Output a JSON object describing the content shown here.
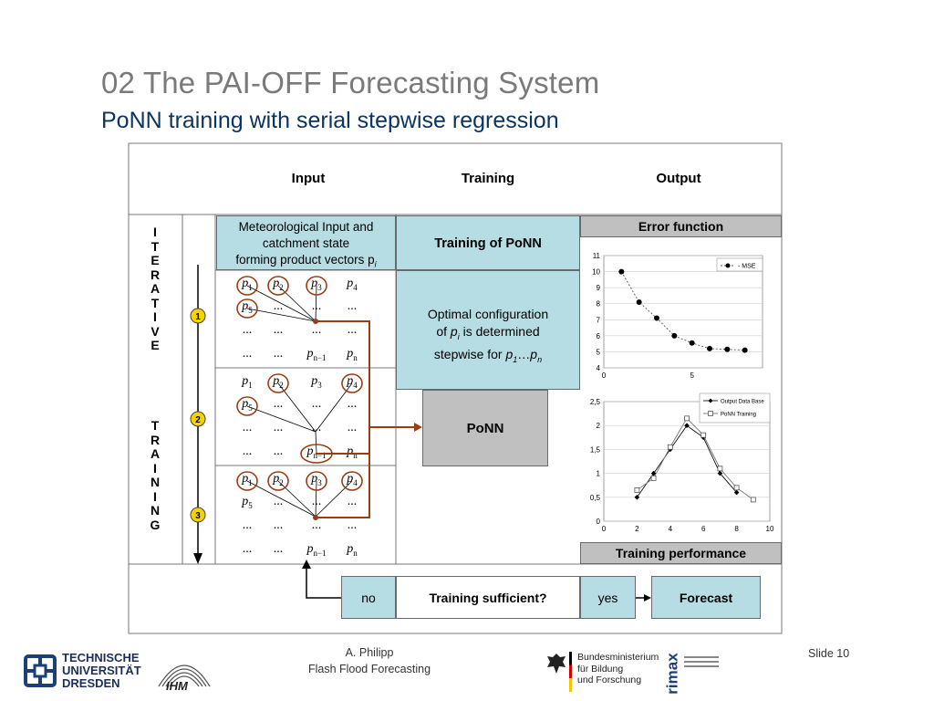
{
  "slide": {
    "title": "02 The PAI-OFF Forecasting System",
    "subtitle": "PoNN training with serial stepwise regression",
    "number": "Slide 10"
  },
  "table": {
    "headers": {
      "input": "Input",
      "training": "Training",
      "output": "Output"
    },
    "left_label_top": [
      "I",
      "T",
      "E",
      "R",
      "A",
      "T",
      "I",
      "V",
      "E"
    ],
    "left_label_bottom": [
      "T",
      "R",
      "A",
      "I",
      "N",
      "I",
      "N",
      "G"
    ],
    "steps": [
      "1",
      "2",
      "3"
    ],
    "input_desc": [
      "Meteorological Input and",
      "catchment state",
      "forming product vectors p"
    ],
    "input_desc_sub": "i",
    "training_of_ponn": "Training of PoNN",
    "optimal_config": {
      "line1": "Optimal configuration",
      "line2_pre": "of ",
      "line2_var": "p",
      "line2_sub": "i",
      "line2_post": " is determined",
      "line3_pre": "stepwise for ",
      "line3_var": "p",
      "line3_sub1": "1",
      "line3_mid": "…",
      "line3_var2": "p",
      "line3_sub2": "n"
    },
    "ponn_box": "PoNN",
    "error_function": "Error function",
    "training_performance": "Training performance",
    "matrix_dots": "..."
  },
  "flow": {
    "no": "no",
    "question": "Training sufficient?",
    "yes": "yes",
    "forecast": "Forecast"
  },
  "footer": {
    "author": "A. Philipp",
    "project": "Flash Flood Forecasting",
    "tu_line1": "TECHNISCHE",
    "tu_line2": "UNIVERSITÄT",
    "tu_line3": "DRESDEN",
    "ihm": "IHM",
    "bmbf_line1": "Bundesministerium",
    "bmbf_line2": "für Bildung",
    "bmbf_line3": "und Forschung",
    "rimax": "rimax"
  },
  "colors": {
    "accent_teal": "#b7dde4",
    "box_grey": "#c0c0c0",
    "arrow_brown": "#9b3d12",
    "title_grey": "#7a7a7a",
    "subtitle_blue": "#0b3564",
    "step_yellow": "#f5d200"
  },
  "chart_data": [
    {
      "type": "line",
      "x": [
        1,
        2,
        3,
        4,
        5,
        6,
        7,
        8
      ],
      "series": [
        {
          "name": "MSE",
          "values": [
            10,
            8.1,
            7.1,
            6.0,
            5.55,
            5.2,
            5.15,
            5.1
          ]
        }
      ],
      "xlim": [
        0,
        9
      ],
      "ylim": [
        4,
        11
      ],
      "xticks": [
        "0",
        "5"
      ],
      "yticks": [
        "4",
        "5",
        "6",
        "7",
        "8",
        "9",
        "10",
        "11"
      ],
      "legend": "top-right",
      "grid": true
    },
    {
      "type": "line",
      "x": [
        2,
        3,
        4,
        5,
        6,
        7,
        8,
        9
      ],
      "series": [
        {
          "name": "Output Data Base",
          "x": [
            2,
            3,
            4,
            5,
            6,
            7,
            8
          ],
          "values": [
            0.5,
            1.0,
            1.5,
            2.0,
            1.75,
            1.0,
            0.6
          ]
        },
        {
          "name": "PoNN Training",
          "x": [
            2,
            3,
            4,
            5,
            6,
            7,
            8,
            9
          ],
          "values": [
            0.65,
            0.9,
            1.55,
            2.15,
            1.8,
            1.1,
            0.7,
            0.45
          ]
        }
      ],
      "xlim": [
        0,
        10
      ],
      "ylim": [
        0,
        2.5
      ],
      "xticks": [
        "0",
        "2",
        "4",
        "6",
        "8",
        "10"
      ],
      "yticks": [
        "0",
        "0,5",
        "1",
        "1,5",
        "2",
        "2,5"
      ],
      "legend": "top-right",
      "grid": true
    }
  ]
}
